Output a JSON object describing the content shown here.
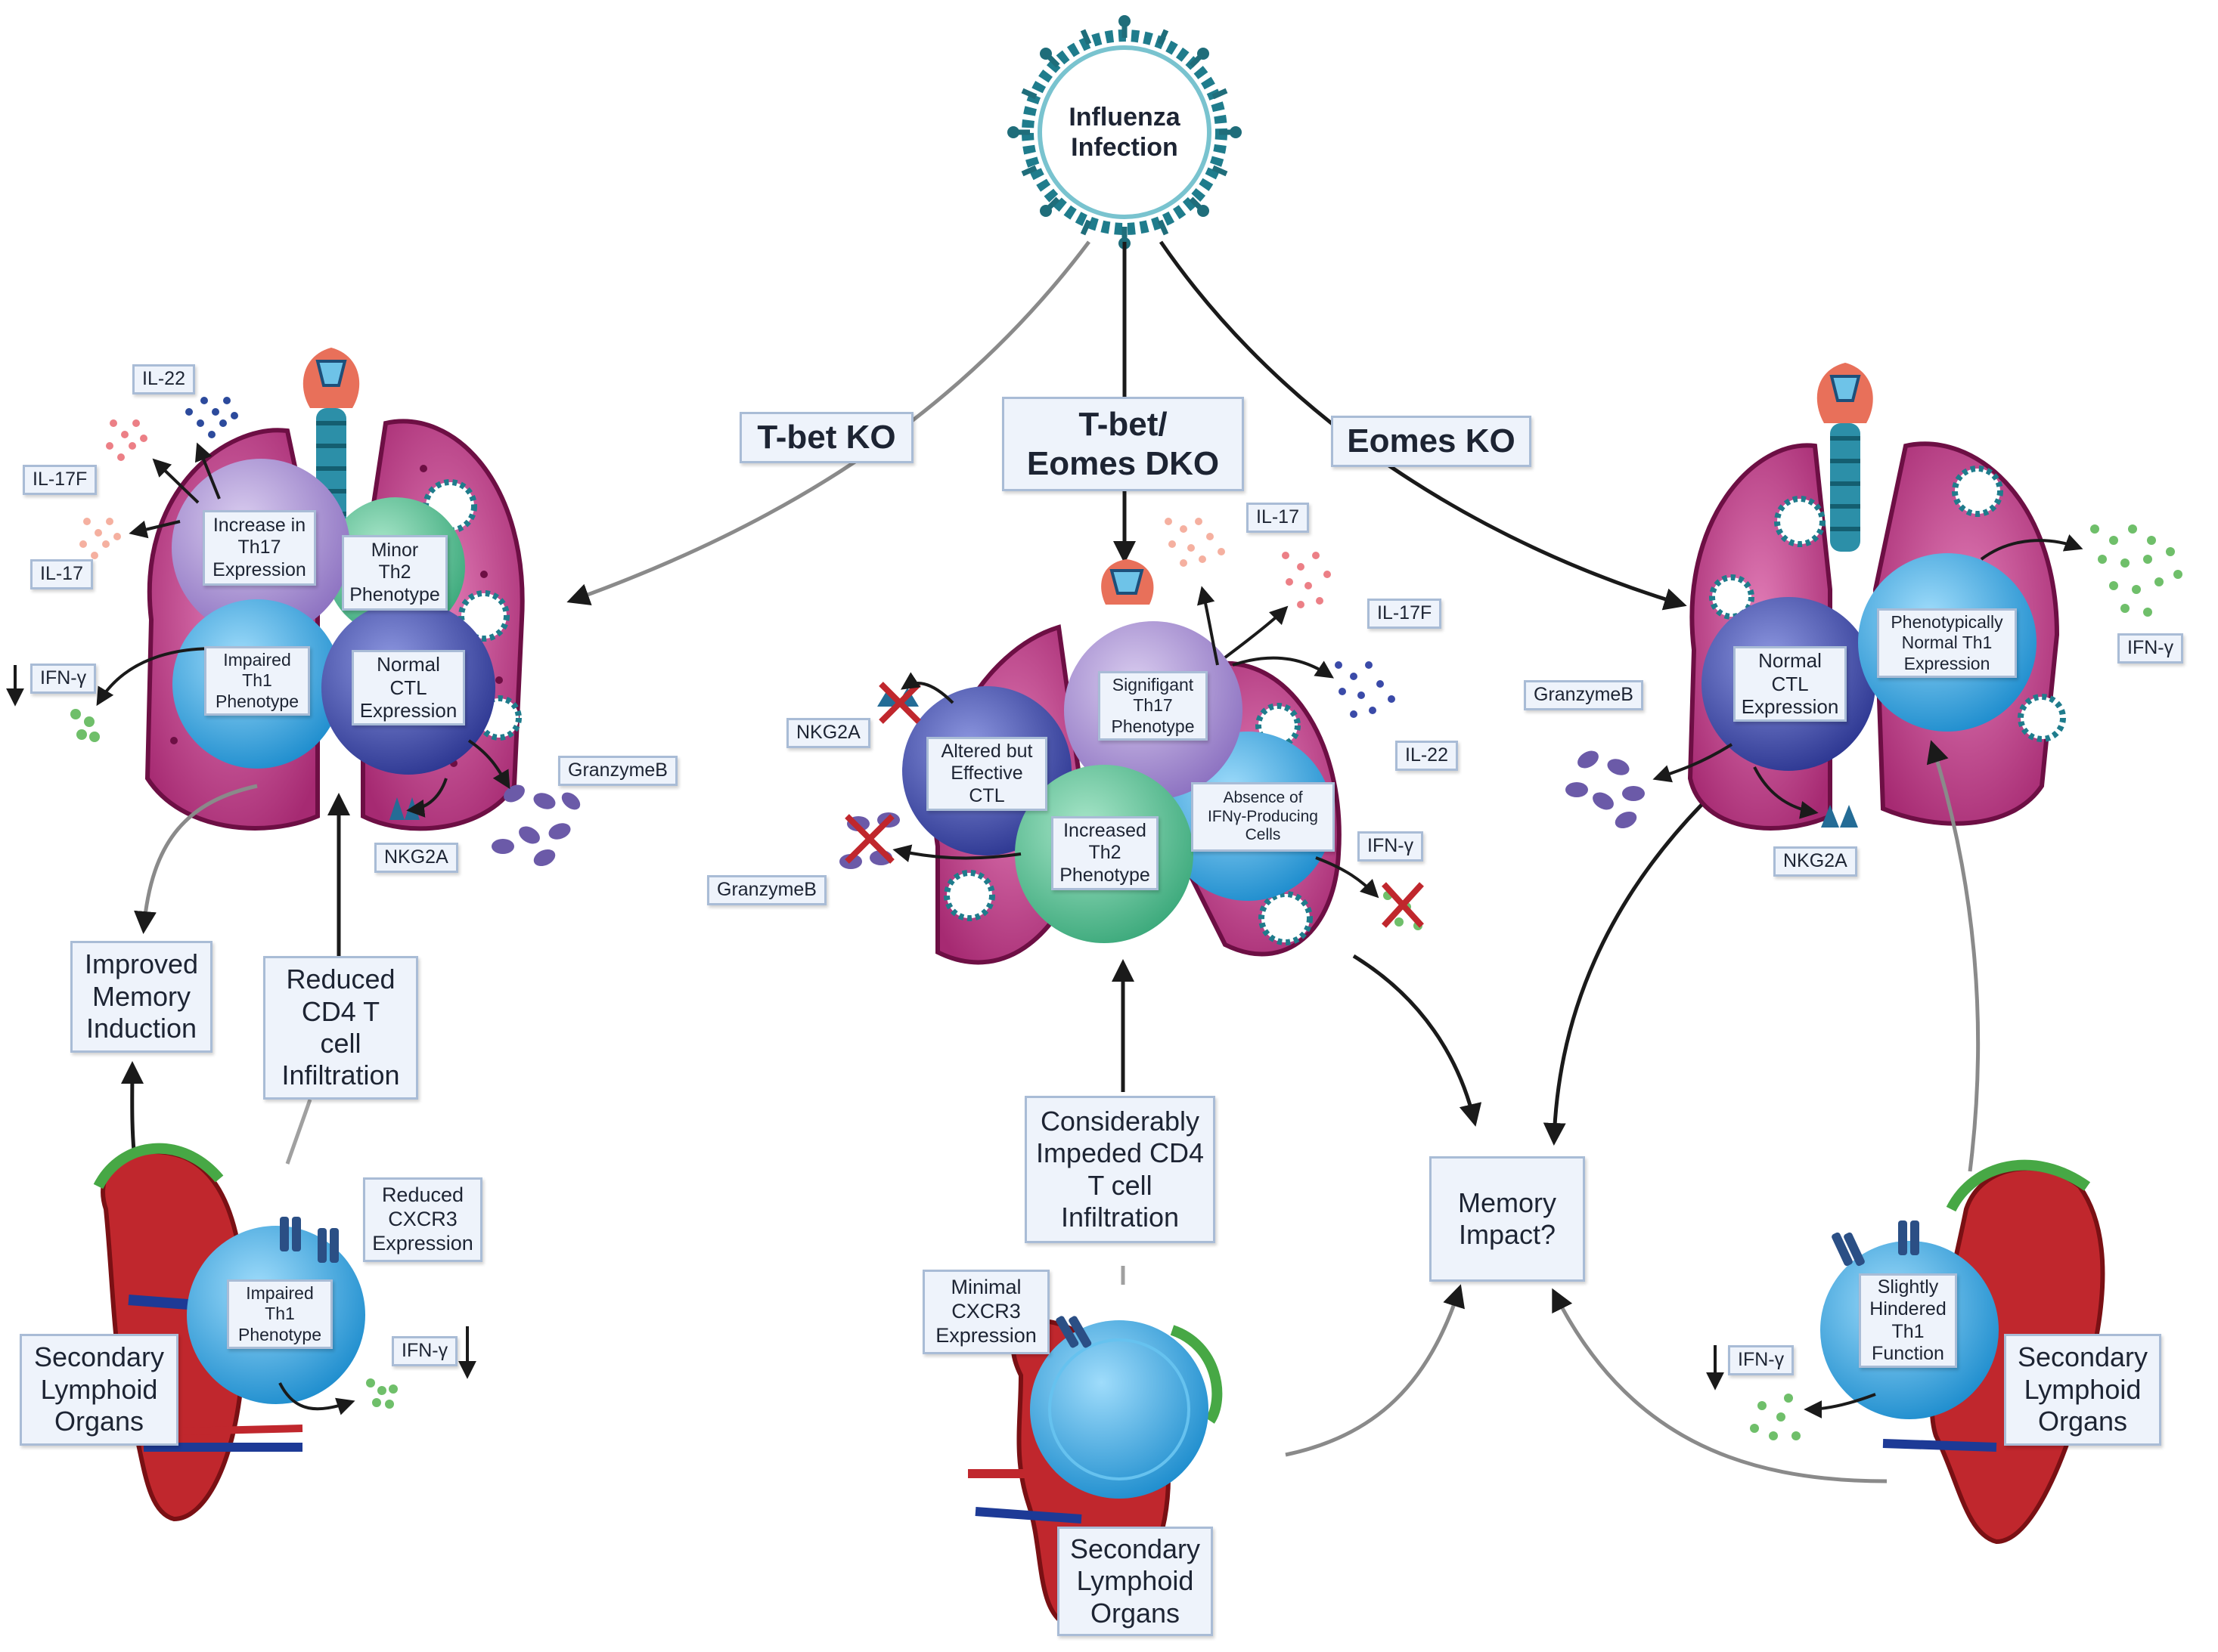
{
  "top": {
    "label": "Influenza\nInfection"
  },
  "branches": {
    "tbet": "T-bet KO",
    "dko": "T-bet/\nEomes DKO",
    "eomes": "Eomes KO"
  },
  "left": {
    "cell_th17": "Increase in\nTh17\nExpression",
    "cell_th2": "Minor\nTh2\nPhenotype",
    "cell_th1": "Impaired\nTh1\nPhenotype",
    "cell_ctl": "Normal\nCTL\nExpression",
    "tag_il22": "IL-22",
    "tag_il17f": "IL-17F",
    "tag_il17": "IL-17",
    "tag_ifng": "IFN-γ",
    "tag_granzyme": "GranzymeB",
    "tag_nkg2a": "NKG2A",
    "memory": "Improved\nMemory\nInduction",
    "infiltration": "Reduced\nCD4 T\ncell\nInfiltration",
    "cxcr3": "Reduced\nCXCR3\nExpression",
    "slo_cell": "Impaired\nTh1\nPhenotype",
    "slo_ifng": "IFN-γ",
    "slo": "Secondary\nLymphoid\nOrgans"
  },
  "center": {
    "cell_th17": "Signifigant\nTh17\nPhenotype",
    "cell_ctl": "Altered but\nEffective\nCTL",
    "cell_th2": "Increased\nTh2\nPhenotype",
    "cell_ifng": "Absence of\nIFNγ-Producing\nCells",
    "tag_il17": "IL-17",
    "tag_il17f": "IL-17F",
    "tag_il22": "IL-22",
    "tag_nkg2a": "NKG2A",
    "tag_granzyme": "GranzymeB",
    "tag_ifng": "IFN-γ",
    "infiltration": "Considerably\nImpeded CD4\nT cell\nInfiltration",
    "cxcr3": "Minimal\nCXCR3\nExpression",
    "slo": "Secondary\nLymphoid\nOrgans"
  },
  "memory_impact": "Memory\nImpact?",
  "right": {
    "cell_ctl": "Normal\nCTL\nExpression",
    "cell_th1": "Phenotypically\nNormal Th1\nExpression",
    "tag_granzyme": "GranzymeB",
    "tag_nkg2a": "NKG2A",
    "tag_ifng": "IFN-γ",
    "slo_cell": "Slightly\nHindered\nTh1\nFunction",
    "slo_ifng": "IFN-γ",
    "slo": "Secondary\nLymphoid\nOrgans"
  },
  "colors": {
    "lung": "#c23c86",
    "lung_dark": "#7d1450",
    "th17": "#a58ed0",
    "th2": "#5fc39a",
    "th1": "#2fa6e0",
    "ctl": "#3b48a8",
    "virus": "#1f7c8c",
    "spleen": "#c0272d",
    "box_fill": "#eef3fb",
    "box_border": "#a9bcd6"
  }
}
